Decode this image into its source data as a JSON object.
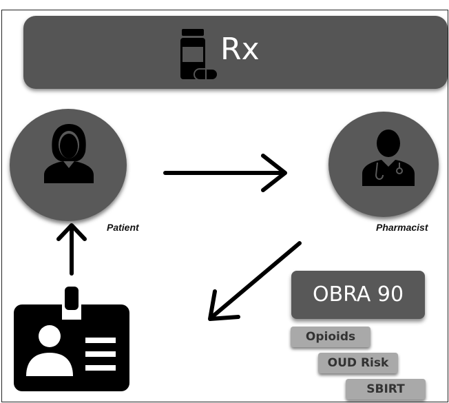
{
  "header": {
    "title": "Rx",
    "icon": "prescription-bottle-icon"
  },
  "patient": {
    "label": "Patient",
    "icon": "female-user-icon"
  },
  "pharmacist": {
    "label": "Pharmacist",
    "icon": "doctor-stethoscope-icon"
  },
  "id_card": {
    "icon": "id-badge-icon"
  },
  "obra": {
    "label": "OBRA 90"
  },
  "topics": [
    {
      "label": "Opioids"
    },
    {
      "label": "OUD Risk"
    },
    {
      "label": "SBIRT"
    }
  ],
  "colors": {
    "box": "#555555",
    "pill": "#a9a9a9",
    "arrow": "#000000",
    "text_light": "#ffffff"
  }
}
